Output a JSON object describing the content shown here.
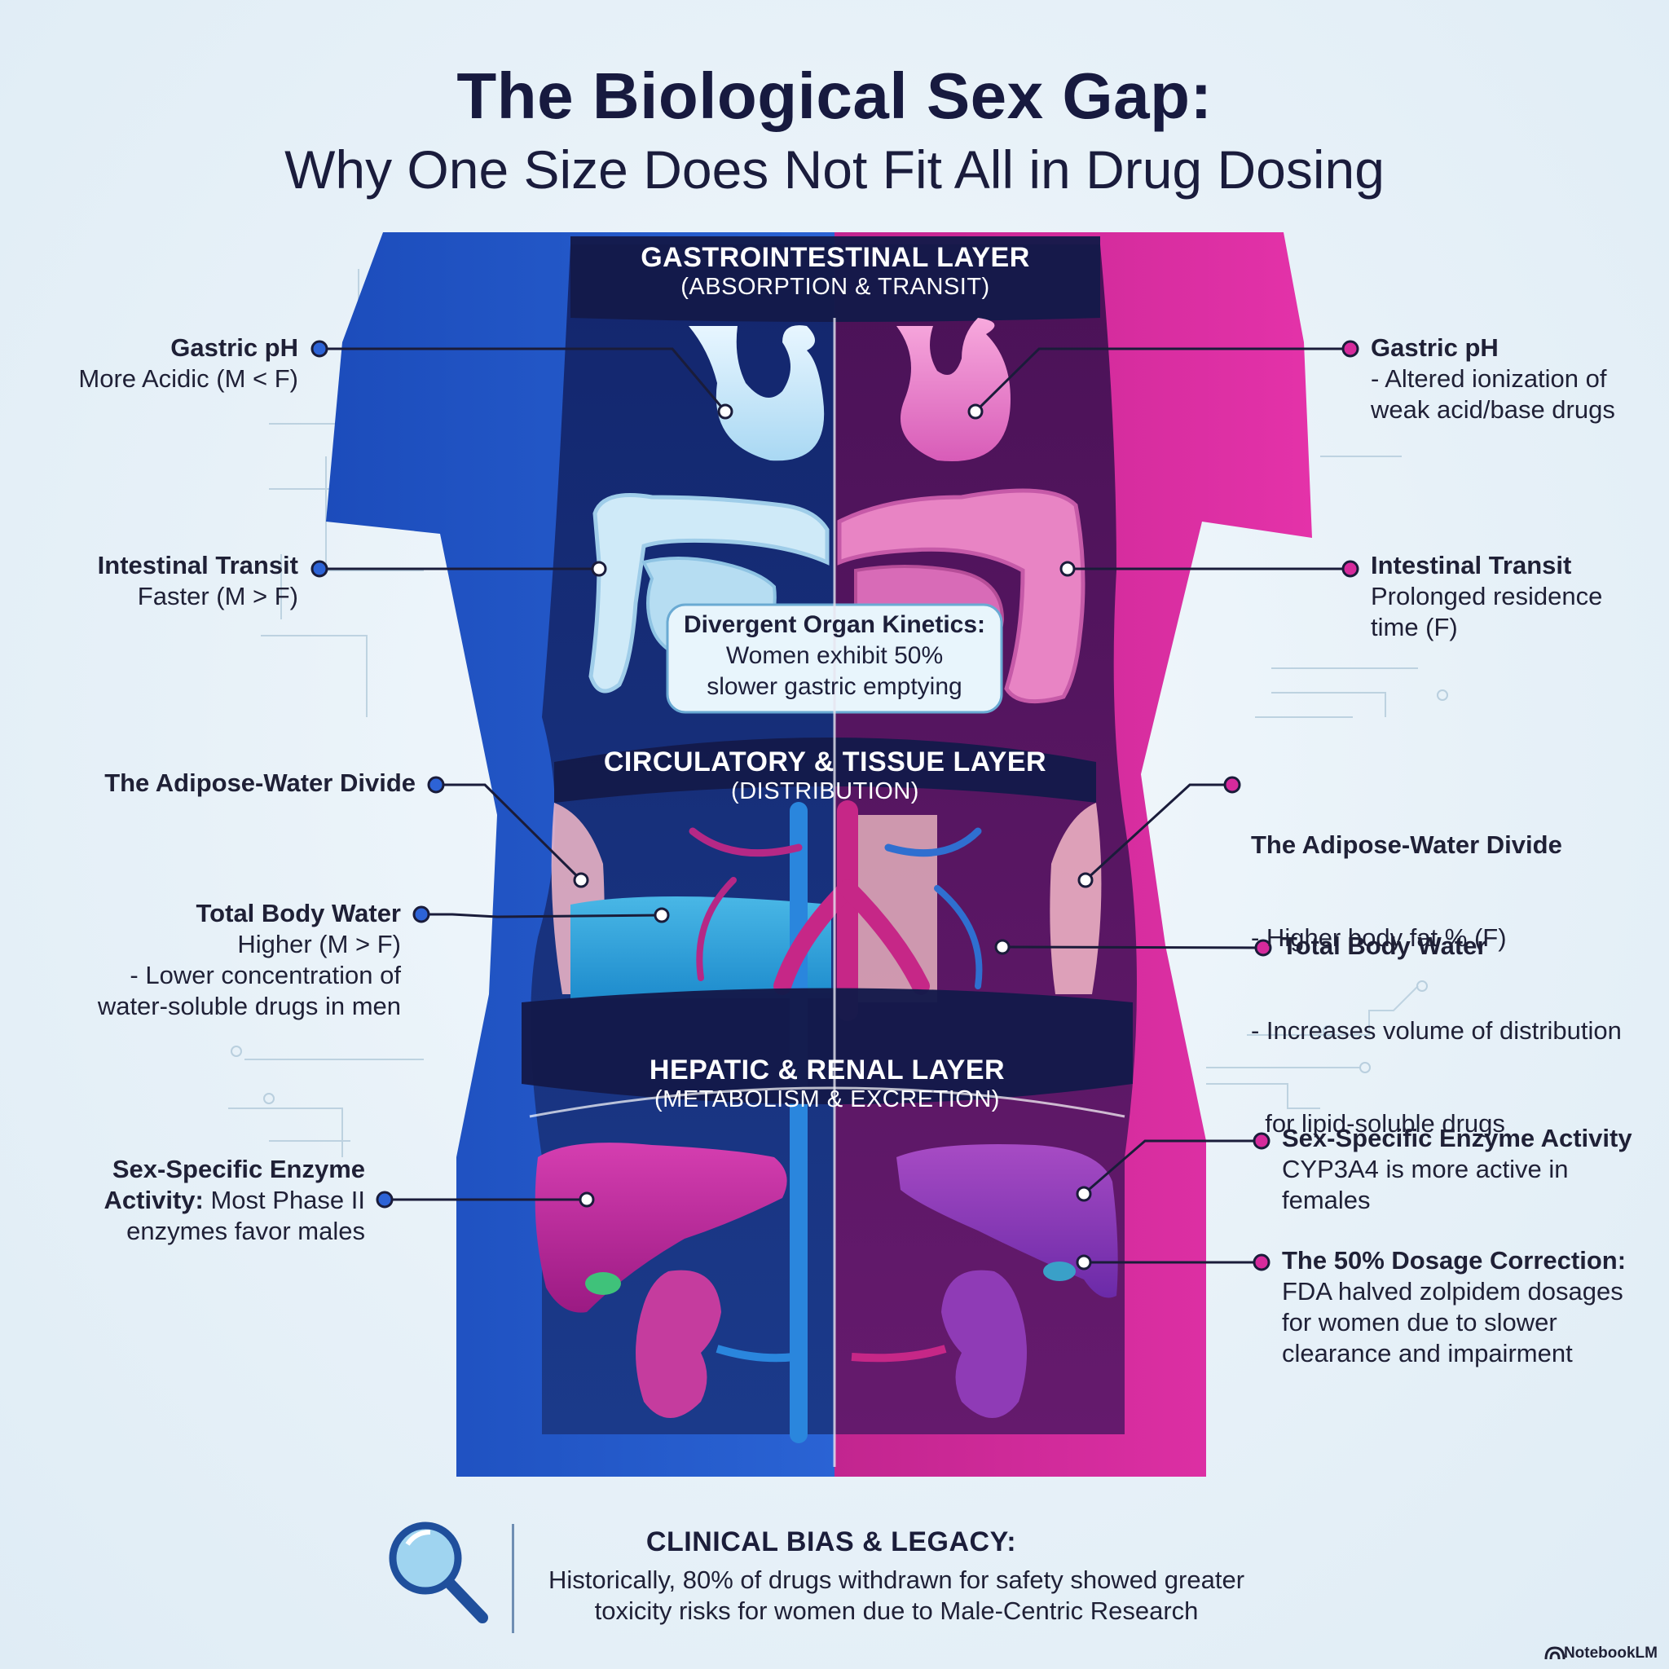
{
  "title": {
    "line1": "The Biological Sex Gap:",
    "line2": "Why One Size Does Not Fit All in Drug Dosing"
  },
  "layers": [
    {
      "title": "GASTROINTESTINAL LAYER",
      "subtitle": "(ABSORPTION & TRANSIT)"
    },
    {
      "title": "CIRCULATORY & TISSUE LAYER",
      "subtitle": "(DISTRIBUTION)"
    },
    {
      "title": "HEPATIC & RENAL LAYER",
      "subtitle": "(METABOLISM & EXCRETION)"
    }
  ],
  "callout": {
    "title": "Divergent Organ Kinetics:",
    "line1": "Women exhibit 50%",
    "line2": "slower gastric emptying"
  },
  "left_labels": [
    {
      "head": "Gastric pH",
      "lines": [
        "More Acidic (M < F)"
      ]
    },
    {
      "head": "Intestinal Transit",
      "lines": [
        "Faster (M > F)"
      ]
    },
    {
      "head": "The Adipose-Water Divide",
      "lines": []
    },
    {
      "head": "Total Body Water",
      "lines": [
        "Higher (M > F)",
        "- Lower concentration of",
        "water-soluble drugs in men"
      ]
    },
    {
      "head": "Sex-Specific Enzyme",
      "head2": "Activity:",
      "inline": " Most Phase II",
      "lines": [
        "enzymes favor males"
      ]
    }
  ],
  "right_labels": [
    {
      "head": "Gastric pH",
      "lines": [
        "- Altered ionization of",
        "weak acid/base drugs"
      ]
    },
    {
      "head": "Intestinal Transit",
      "lines": [
        "Prolonged residence",
        "time (F)"
      ]
    },
    {
      "head": "The Adipose-Water Divide",
      "lines": [
        "- Higher body fat % (F)",
        "- Increases volume of distribution",
        "  for lipid-soluble drugs"
      ]
    },
    {
      "head": "Total Body Water",
      "lines": []
    },
    {
      "head": "Sex-Specific Enzyme Activity",
      "lines": [
        "CYP3A4 is more active in",
        "females"
      ]
    },
    {
      "head": "The 50% Dosage Correction:",
      "lines": [
        "FDA halved zolpidem dosages",
        "for women due to slower",
        "clearance and impairment"
      ]
    }
  ],
  "footer": {
    "heading": "CLINICAL BIAS & LEGACY:",
    "line1": "Historically, 80% of drugs withdrawn for safety showed greater",
    "line2": "toxicity risks for women due to Male-Centric Research"
  },
  "brand": "NotebookLM",
  "icons": {
    "search": "magnifying-glass-icon",
    "brand": "notebooklm-logo-icon"
  },
  "colors": {
    "male_blue": "#2457c5",
    "female_magenta": "#d62a9c",
    "navy_band": "#141a4a",
    "title_navy": "#171a3f"
  }
}
